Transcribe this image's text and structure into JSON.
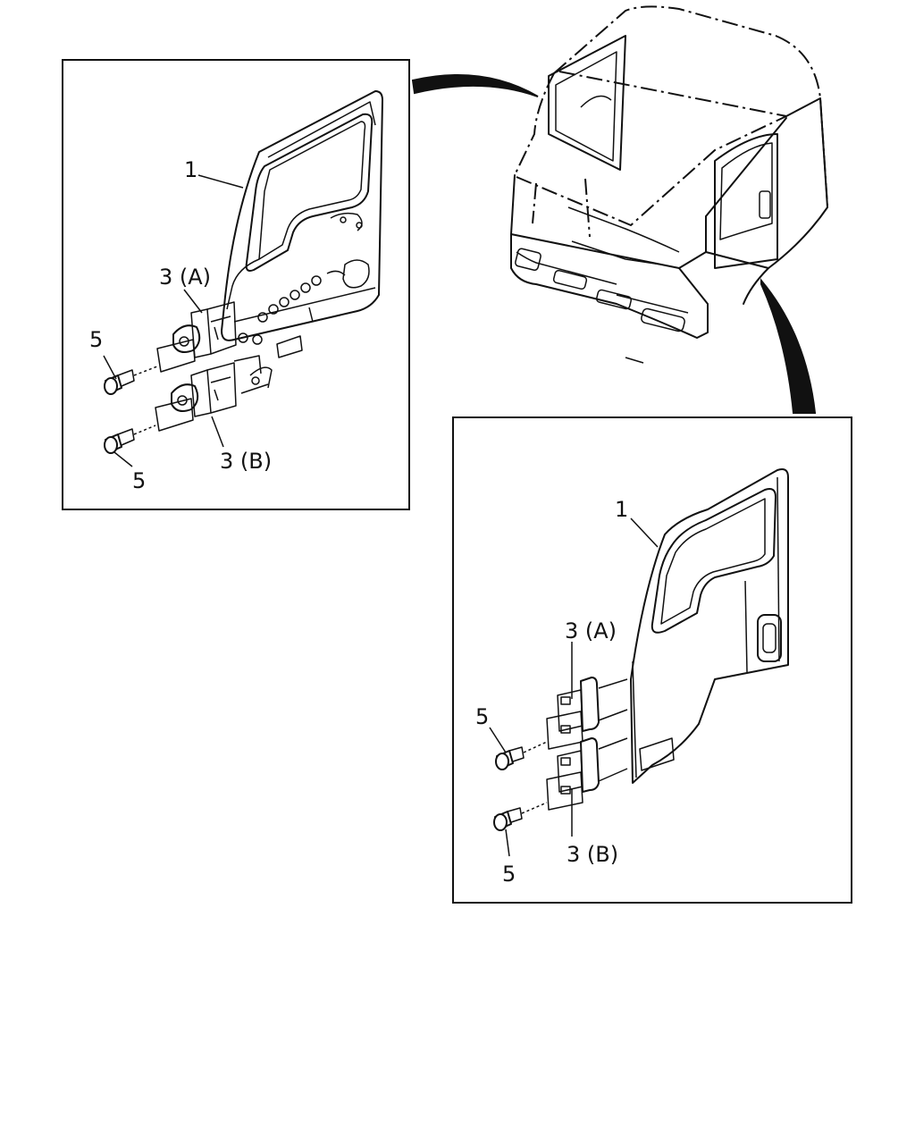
{
  "left_view": {
    "callouts": {
      "door": "1",
      "hinge_upper": "3 (A)",
      "hinge_lower": "3 (B)",
      "bolt_upper": "5",
      "bolt_lower": "5"
    }
  },
  "right_view": {
    "callouts": {
      "door": "1",
      "hinge_upper": "3 (A)",
      "hinge_lower": "3 (B)",
      "bolt_upper": "5",
      "bolt_lower": "5"
    }
  }
}
